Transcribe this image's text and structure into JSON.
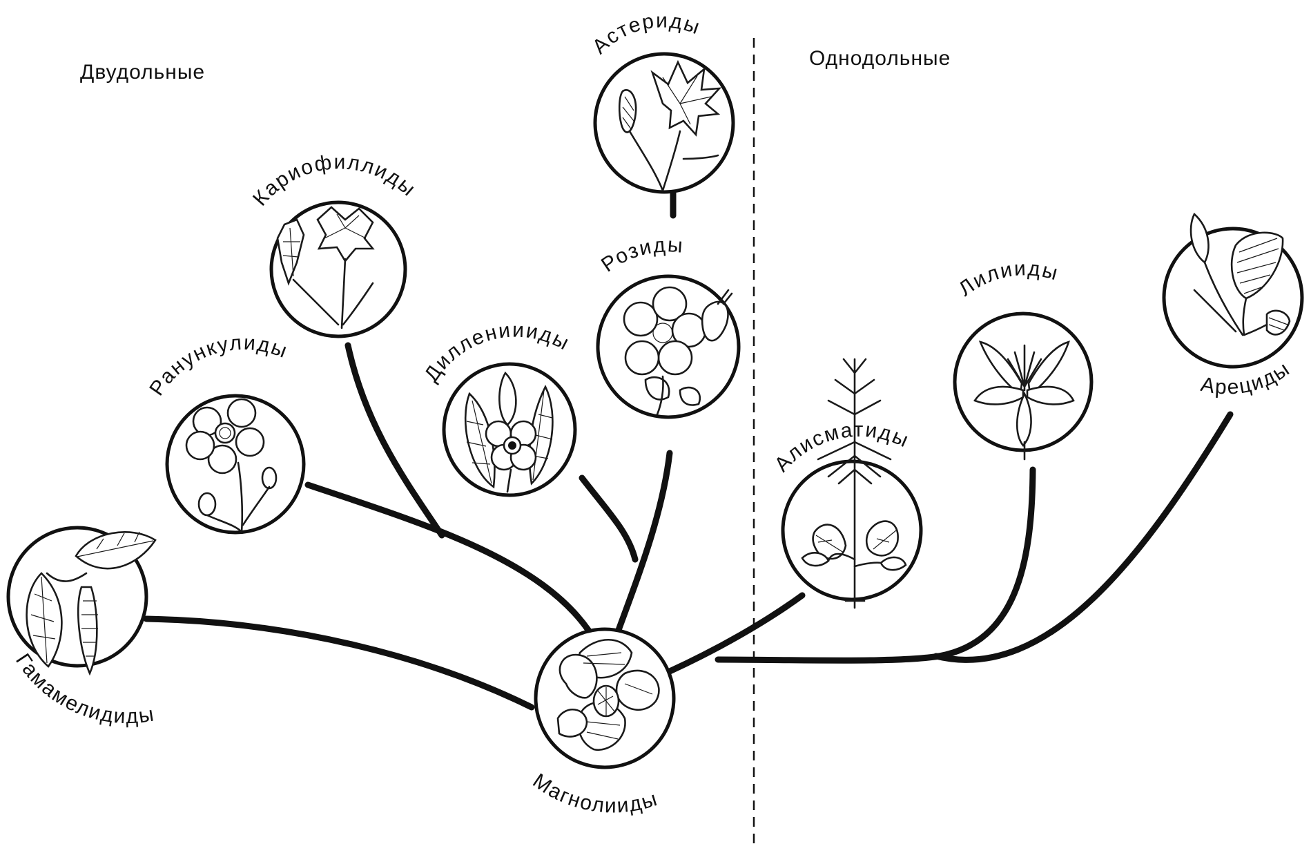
{
  "groups": {
    "dicots": "Двудольные",
    "monocots": "Однодольные"
  },
  "nodes": {
    "magnoliids": "Магнолииды",
    "hamamelids": "Гамамелидиды",
    "ranunculids": "Ранункулиды",
    "caryophyllids": "Кариофиллиды",
    "dilleniids": "Диллениииды",
    "rosids": "Розиды",
    "asterids": "Астериды",
    "alismatids": "Алисматиды",
    "liliids": "Лилииды",
    "arecids": "Арециды"
  },
  "colors": {
    "ink": "#111111",
    "background": "#ffffff"
  }
}
